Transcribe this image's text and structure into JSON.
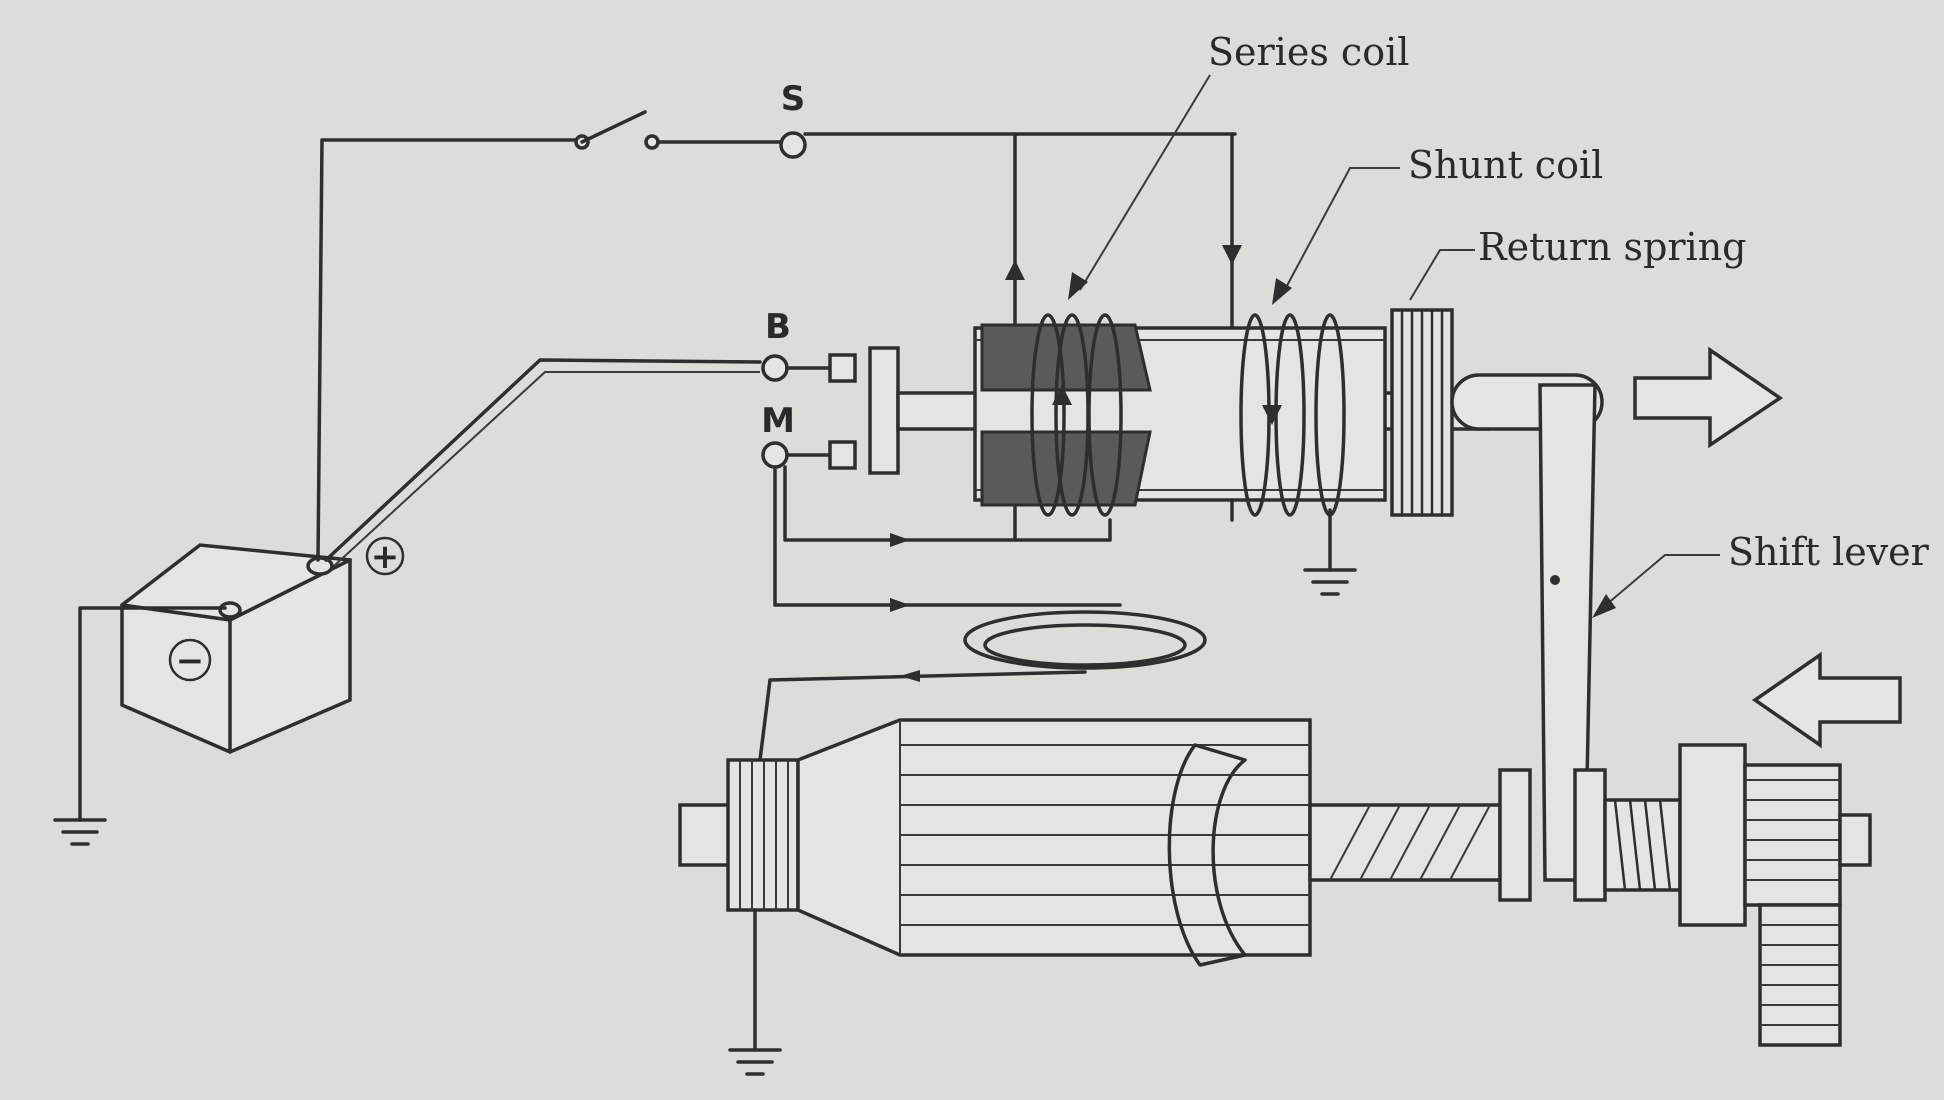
{
  "labels": {
    "series_coil": "Series coil",
    "shunt_coil": "Shunt coil",
    "return_spring": "Return spring",
    "shift_lever": "Shift lever"
  },
  "terminals": {
    "s": "S",
    "b": "B",
    "m": "M"
  },
  "battery": {
    "positive": "+",
    "negative": "−"
  },
  "colors": {
    "paper": "#dcddd8",
    "ink": "#2e2e2e"
  }
}
